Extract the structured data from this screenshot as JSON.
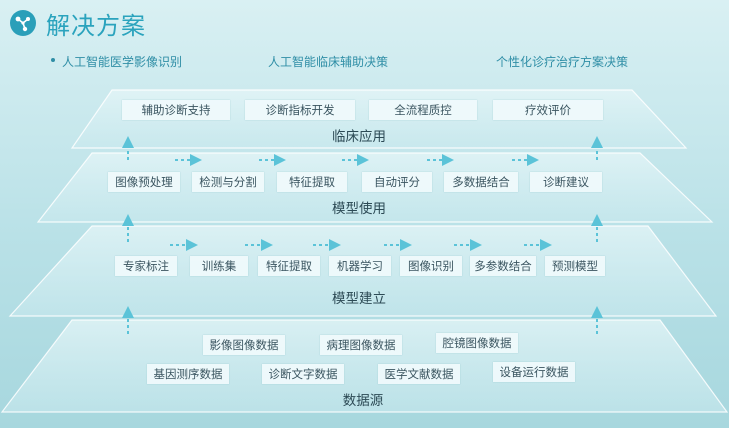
{
  "header": {
    "title": "解决方案",
    "logo_icon": "molecule-icon",
    "categories": [
      "人工智能医学影像识别",
      "人工智能临床辅助决策",
      "个性化诊疗治疗方案决策"
    ]
  },
  "layers": [
    {
      "label": "临床应用",
      "items": [
        "辅助诊断支持",
        "诊断指标开发",
        "全流程质控",
        "疗效评价"
      ]
    },
    {
      "label": "模型使用",
      "items": [
        "图像预处理",
        "检测与分割",
        "特征提取",
        "自动评分",
        "多数据结合",
        "诊断建议"
      ]
    },
    {
      "label": "模型建立",
      "items": [
        "专家标注",
        "训练集",
        "特征提取",
        "机器学习",
        "图像识别",
        "多参数结合",
        "预测模型"
      ]
    },
    {
      "label": "数据源",
      "items": [
        "影像图像数据",
        "病理图像数据",
        "腔镜图像数据",
        "基因测序数据",
        "诊断文字数据",
        "医学文献数据",
        "设备运行数据"
      ]
    }
  ],
  "colors": {
    "accent": "#2aa3bd",
    "arrow": "#5bc3d8"
  }
}
